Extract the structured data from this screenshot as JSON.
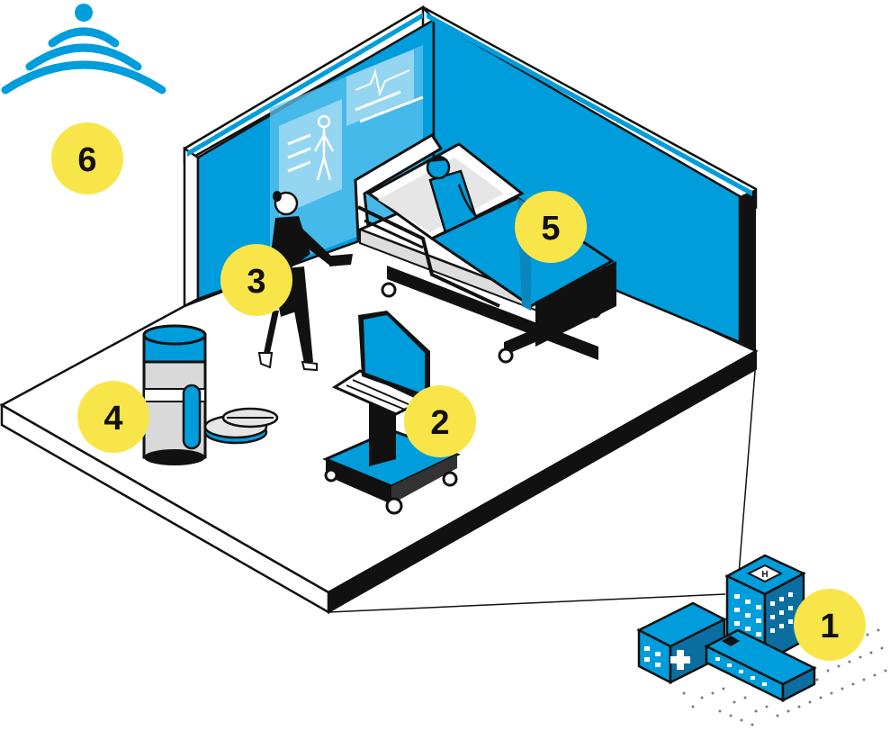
{
  "colors": {
    "blue": "#009ddc",
    "light_blue": "#5cc3ee",
    "yellow": "#f8e54a",
    "black": "#111111",
    "white": "#ffffff",
    "grey": "#d9d9d9"
  },
  "callouts": [
    {
      "label": "1",
      "subject": "hospital-building"
    },
    {
      "label": "2",
      "subject": "monitor-cart"
    },
    {
      "label": "3",
      "subject": "clinician"
    },
    {
      "label": "4",
      "subject": "medication-bottle"
    },
    {
      "label": "5",
      "subject": "patient-bed"
    },
    {
      "label": "6",
      "subject": "wireless-signal"
    }
  ],
  "icons": {
    "hospital_sign": "H",
    "hospital_cross": "cross-icon",
    "signal": "wifi-icon"
  }
}
